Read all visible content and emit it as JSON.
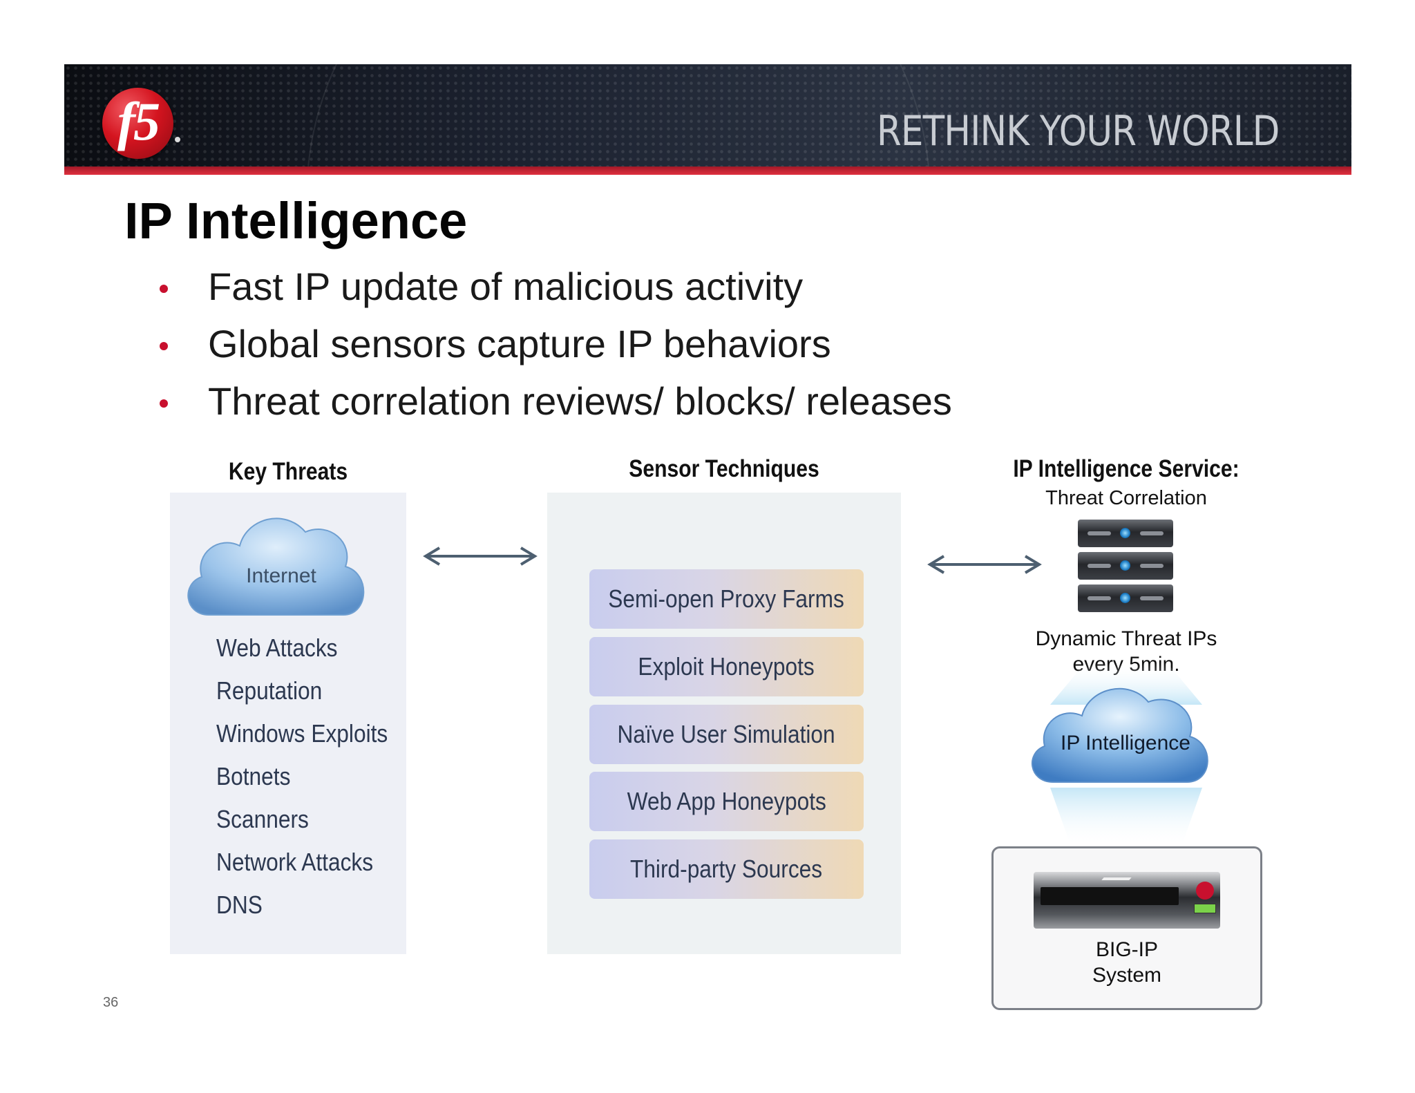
{
  "header": {
    "logo_text": "f5",
    "tagline": "RETHINK YOUR WORLD"
  },
  "slide": {
    "title": "IP Intelligence",
    "bullets": [
      "Fast IP update of malicious activity",
      "Global sensors capture IP behaviors",
      "Threat correlation reviews/ blocks/ releases"
    ],
    "page_number": "36"
  },
  "diagram": {
    "key_threats": {
      "heading": "Key Threats",
      "cloud_label": "Internet",
      "items": [
        "Web Attacks",
        "Reputation",
        "Windows Exploits",
        "Botnets",
        "Scanners",
        "Network Attacks",
        "DNS"
      ]
    },
    "sensor_techniques": {
      "heading": "Sensor Techniques",
      "items": [
        "Semi-open Proxy Farms",
        "Exploit Honeypots",
        "Naïve User Simulation",
        "Web App Honeypots",
        "Third-party Sources"
      ]
    },
    "ip_intelligence_service": {
      "heading": "IP Intelligence Service:",
      "subheading": "Threat Correlation",
      "dynamic_label_line1": "Dynamic Threat IPs",
      "dynamic_label_line2": "every 5min.",
      "cloud_label": "IP Intelligence",
      "system_label_line1": "BIG-IP",
      "system_label_line2": "System"
    }
  },
  "colors": {
    "accent_red": "#c8102e",
    "threat_panel": "#eef0f6",
    "sensor_panel": "#eef2f3",
    "cloud_blue": "#7fb2e0",
    "arrow": "#4d5f70"
  }
}
